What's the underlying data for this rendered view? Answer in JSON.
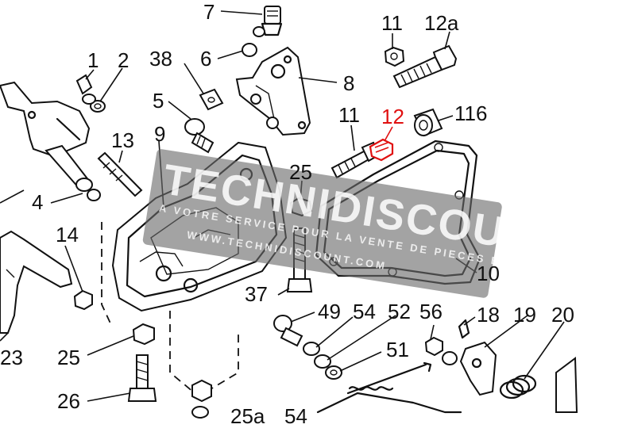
{
  "watermark": {
    "brand": "TECHNIDISCOUNT",
    "tagline": "A VOTRE SERVICE POUR LA VENTE DE PIECES EN LIGNE",
    "url": "WWW.TECHNIDISCOUNT.COM"
  },
  "highlight_color": "#e01010",
  "labels": {
    "l7": "7",
    "l11a": "11",
    "l12a": "12a",
    "l1": "1",
    "l2": "2",
    "l38": "38",
    "l6": "6",
    "l8": "8",
    "l5": "5",
    "l11b": "11",
    "l12": "12",
    "l116": "116",
    "l13": "13",
    "l9": "9",
    "l25a": "25",
    "l4": "4",
    "l14": "14",
    "l10": "10",
    "l37": "37",
    "l49": "49",
    "l54a": "54",
    "l52": "52",
    "l56": "56",
    "l18": "18",
    "l19": "19",
    "l20": "20",
    "l51": "51",
    "l25b": "25",
    "l23": "23",
    "l26": "26",
    "l25c": "25a",
    "l54b": "54"
  }
}
